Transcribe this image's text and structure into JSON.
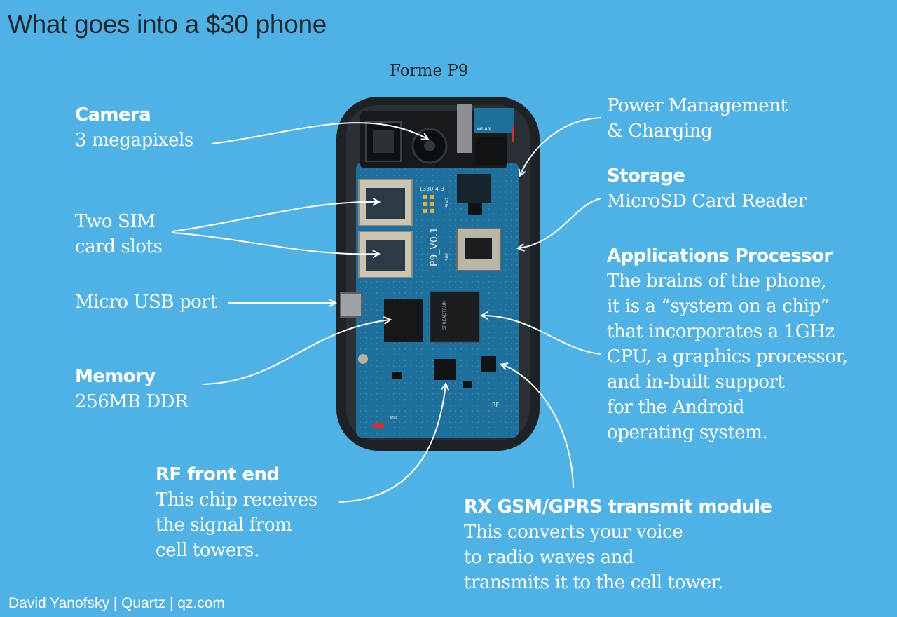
{
  "title": "What goes into a $30 phone",
  "subtitle": "Forme P9",
  "credit": "David Yanofsky | Quartz | qz.com",
  "colors": {
    "background": "#50b1e4",
    "text": "#ffffff",
    "board": "#1f6f9d",
    "case": "#1d2226"
  },
  "board_markings": {
    "model": "P9_V0.1",
    "sim1": "SIM1",
    "sim2": "SIM2",
    "chip_brand": "SPREADTRUM",
    "wlan": "WLAN",
    "rf": "RF",
    "mic": "MIC",
    "code": "1330 4-3"
  },
  "labels": {
    "camera": {
      "head": "Camera",
      "lines": [
        "3 megapixels"
      ]
    },
    "sim": {
      "lines": [
        "Two SIM",
        "card slots"
      ]
    },
    "usb": {
      "lines": [
        "Micro USB port"
      ]
    },
    "memory": {
      "head": "Memory",
      "lines": [
        "256MB DDR"
      ]
    },
    "rf": {
      "head": "RF front end",
      "lines": [
        "This chip receives",
        "the signal from",
        "cell towers."
      ]
    },
    "power": {
      "lines": [
        "Power Management",
        "& Charging"
      ]
    },
    "storage": {
      "head": "Storage",
      "lines": [
        "MicroSD Card Reader"
      ]
    },
    "processor": {
      "head": "Applications Processor",
      "lines": [
        "The brains of the phone,",
        "it is a “system on a chip”",
        "that incorporates a 1GHz",
        "CPU, a graphics processor,",
        "and in-built support",
        "for the Android",
        "operating system."
      ]
    },
    "rx": {
      "head": "RX GSM/GPRS transmit module",
      "lines": [
        "This converts your voice",
        "to radio waves and",
        "transmits it to the cell tower."
      ]
    }
  }
}
